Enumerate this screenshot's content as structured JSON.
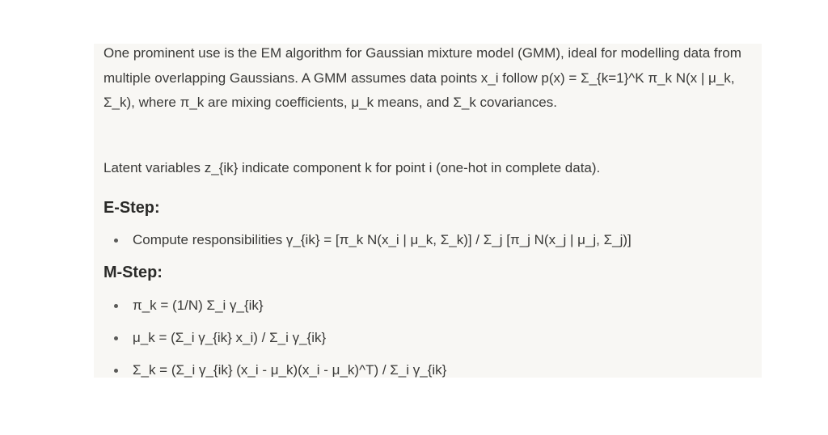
{
  "document": {
    "paragraphs": [
      "One prominent use is the EM algorithm for Gaussian mixture model (GMM), ideal for modelling data from multiple overlapping Gaussians. A GMM assumes data points x_i follow p(x) = Σ_{k=1}^K π_k N(x | μ_k, Σ_k), where π_k are mixing coefficients, μ_k means, and Σ_k covariances.",
      "Latent variables z_{ik} indicate component k for point i (one-hot in complete data)."
    ],
    "sections": [
      {
        "heading": "E-Step:",
        "bullets": [
          "Compute responsibilities γ_{ik} = [π_k N(x_i | μ_k, Σ_k)] / Σ_j [π_j N(x_j | μ_j, Σ_j)]"
        ]
      },
      {
        "heading": "M-Step:",
        "bullets": [
          "π_k = (1/N) Σ_i γ_{ik}",
          "μ_k = (Σ_i γ_{ik} x_i) / Σ_i γ_{ik}",
          "Σ_k = (Σ_i γ_{ik} (x_i - μ_k)(x_i - μ_k)^T) / Σ_i γ_{ik}"
        ]
      }
    ]
  }
}
